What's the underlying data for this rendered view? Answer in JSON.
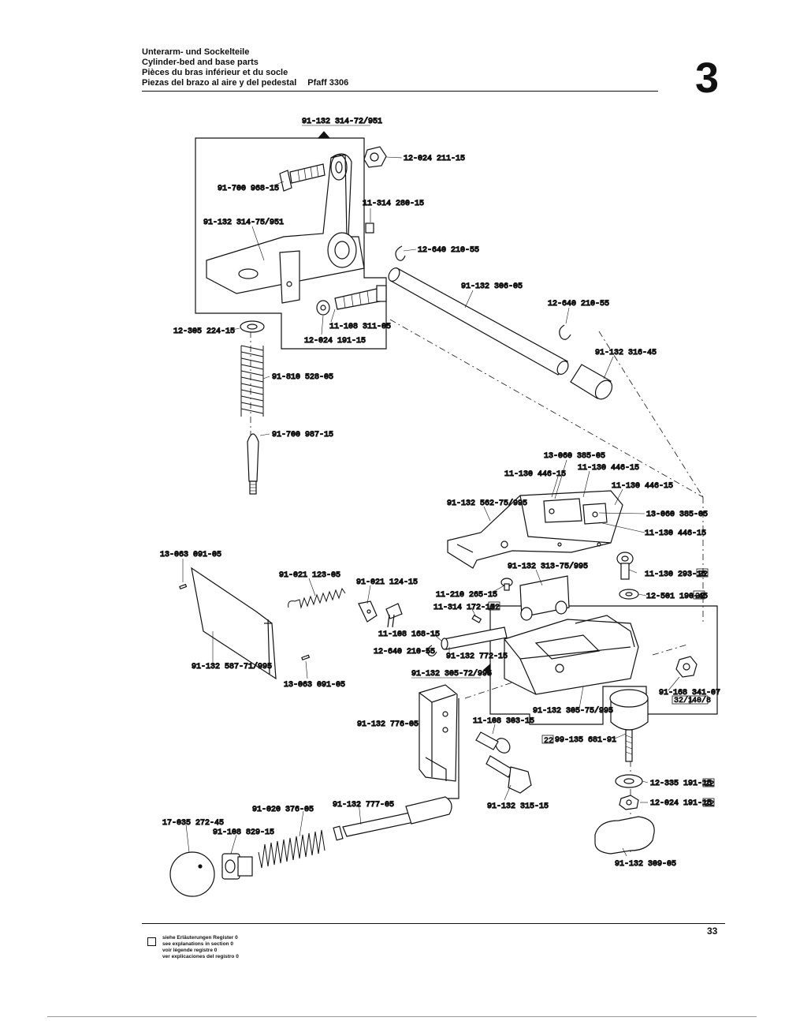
{
  "header": {
    "title_de": "Unterarm- und Sockelteile",
    "title_en": "Cylinder-bed and base parts",
    "title_fr": "Pièces du bras inférieur et du socle",
    "title_es": "Piezas del brazo al aire y del pedestal",
    "model": "Pfaff 3306",
    "section_number": "3"
  },
  "parts": [
    {
      "id": "p01",
      "number": "91-132 314-72/951"
    },
    {
      "id": "p02",
      "number": "12-024 211-15"
    },
    {
      "id": "p03",
      "number": "91-700 968-15"
    },
    {
      "id": "p04",
      "number": "11-314 280-15"
    },
    {
      "id": "p05",
      "number": "91-132 314-75/951"
    },
    {
      "id": "p06",
      "number": "12-640 210-55"
    },
    {
      "id": "p07",
      "number": "91-132 306-05"
    },
    {
      "id": "p08",
      "number": "12-640 210-55"
    },
    {
      "id": "p09",
      "number": "12-305 224-15"
    },
    {
      "id": "p10",
      "number": "11-108 311-05"
    },
    {
      "id": "p11",
      "number": "12-024 191-15"
    },
    {
      "id": "p12",
      "number": "91-132 316-45"
    },
    {
      "id": "p13",
      "number": "91-810 528-05"
    },
    {
      "id": "p14",
      "number": "91-700 987-15"
    },
    {
      "id": "p15",
      "number": "13-060 385-05"
    },
    {
      "id": "p16",
      "number": "11-130 446-15"
    },
    {
      "id": "p17",
      "number": "11-130 446-15"
    },
    {
      "id": "p18",
      "number": "11-130 446-15"
    },
    {
      "id": "p19",
      "number": "91-132 562-75/995"
    },
    {
      "id": "p20",
      "number": "13-060 385-05"
    },
    {
      "id": "p21",
      "number": "11-130 446-15"
    },
    {
      "id": "p22",
      "number": "13-063 091-05"
    },
    {
      "id": "p23",
      "number": "91-021 123-05"
    },
    {
      "id": "p24",
      "number": "91-021 124-15"
    },
    {
      "id": "p25",
      "number": "91-132 313-75/995"
    },
    {
      "id": "p26",
      "number": "11-130 293-15"
    },
    {
      "id": "p27",
      "number": "11-210 265-15"
    },
    {
      "id": "p28",
      "number": "11-314 172-15"
    },
    {
      "id": "p29",
      "number": "12-501 190-45"
    },
    {
      "id": "p30",
      "number": "11-108 168-15"
    },
    {
      "id": "p31",
      "number": "12-640 210-55"
    },
    {
      "id": "p32",
      "number": "91-132 772-15"
    },
    {
      "id": "p33",
      "number": "91-132 587-71/995"
    },
    {
      "id": "p34",
      "number": "91-132 305-72/995"
    },
    {
      "id": "p35",
      "number": "13-063 091-05"
    },
    {
      "id": "p36",
      "number": "91-168 341-07"
    },
    {
      "id": "p37",
      "number": "91-132 305-75/995"
    },
    {
      "id": "p38",
      "number": "91-132 776-05"
    },
    {
      "id": "p39",
      "number": "11-108 303-15"
    },
    {
      "id": "p40",
      "number": "99-135 681-91"
    },
    {
      "id": "p41",
      "number": "12-335 191-15"
    },
    {
      "id": "p42",
      "number": "91-020 376-05"
    },
    {
      "id": "p43",
      "number": "91-132 777-05"
    },
    {
      "id": "p44",
      "number": "91-132 315-15"
    },
    {
      "id": "p45",
      "number": "12-024 191-15"
    },
    {
      "id": "p46",
      "number": "17-035 272-45"
    },
    {
      "id": "p47",
      "number": "91-108 829-15"
    },
    {
      "id": "p48",
      "number": "91-132 309-05"
    }
  ],
  "ref_tags": {
    "t22": "22",
    "t32": "32/1",
    "t40": "40/8"
  },
  "footer": {
    "note_de": "siehe Erläuterungen Register 0",
    "note_en": "see explanations in section 0",
    "note_fr": "voir légende registre 0",
    "note_es": "ver explicaciones del registro 0",
    "page_number": "33"
  }
}
